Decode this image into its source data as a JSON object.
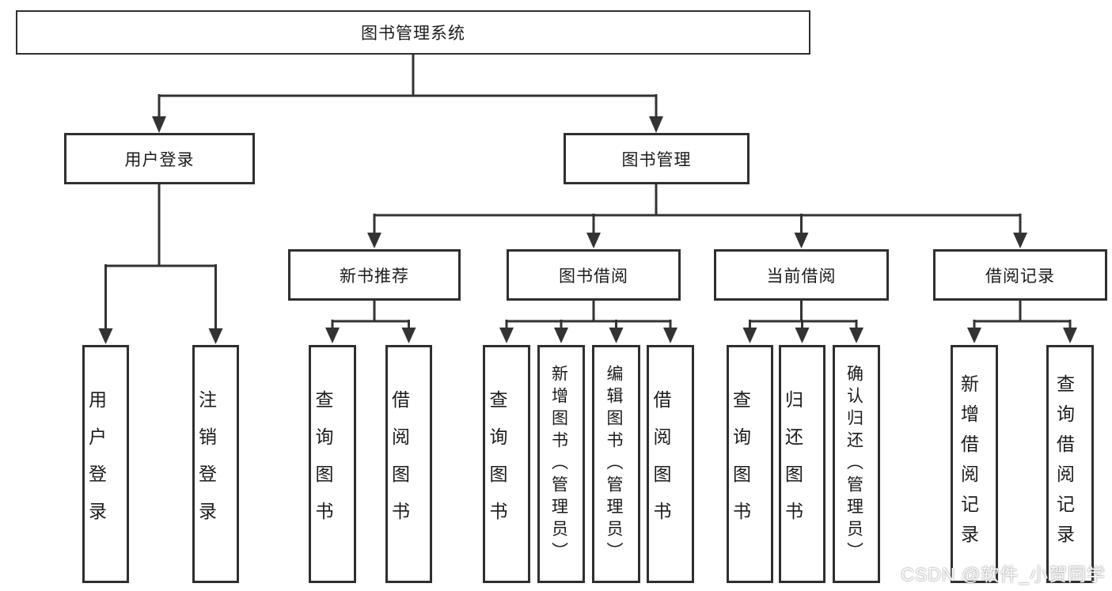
{
  "diagram": {
    "title": "图书管理系统",
    "root": {
      "label": "图书管理系统",
      "children": [
        {
          "label": "用户登录",
          "children": [
            {
              "label": "用户登录"
            },
            {
              "label": "注销登录"
            }
          ]
        },
        {
          "label": "图书管理",
          "children": [
            {
              "label": "新书推荐",
              "children": [
                {
                  "label": "查询图书"
                },
                {
                  "label": "借阅图书"
                }
              ]
            },
            {
              "label": "图书借阅",
              "children": [
                {
                  "label": "查询图书"
                },
                {
                  "label": "新增图书（管理员）"
                },
                {
                  "label": "编辑图书（管理员）"
                },
                {
                  "label": "借阅图书"
                }
              ]
            },
            {
              "label": "当前借阅",
              "children": [
                {
                  "label": "查询图书"
                },
                {
                  "label": "归还图书"
                },
                {
                  "label": "确认归还（管理员）"
                }
              ]
            },
            {
              "label": "借阅记录",
              "children": [
                {
                  "label": "新增借阅记录"
                },
                {
                  "label": "查询借阅记录"
                }
              ]
            }
          ]
        }
      ]
    }
  },
  "watermark": {
    "text": "CSDN @软件_小贺同学"
  },
  "colors": {
    "line": "#333333",
    "box_border": "#2f2f2f",
    "text": "#1b1b1b",
    "background": "#ffffff",
    "watermark": "#d9d9d9"
  }
}
